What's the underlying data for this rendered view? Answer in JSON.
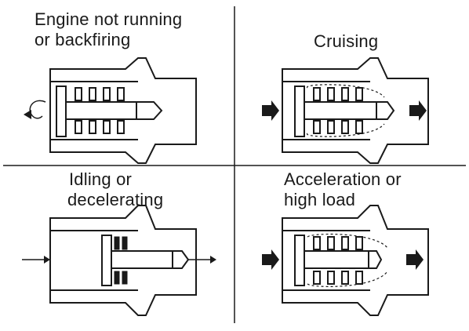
{
  "panels": {
    "top_left": {
      "line1": "Engine not running",
      "line2": "or backfiring"
    },
    "top_right": {
      "line1": "Cruising"
    },
    "bottom_left": {
      "line1": "Idling or",
      "line2": "decelerating"
    },
    "bottom_right": {
      "line1": "Acceleration or",
      "line2": "high load"
    }
  },
  "colors": {
    "ink": "#1a1a1a",
    "background": "#ffffff"
  }
}
